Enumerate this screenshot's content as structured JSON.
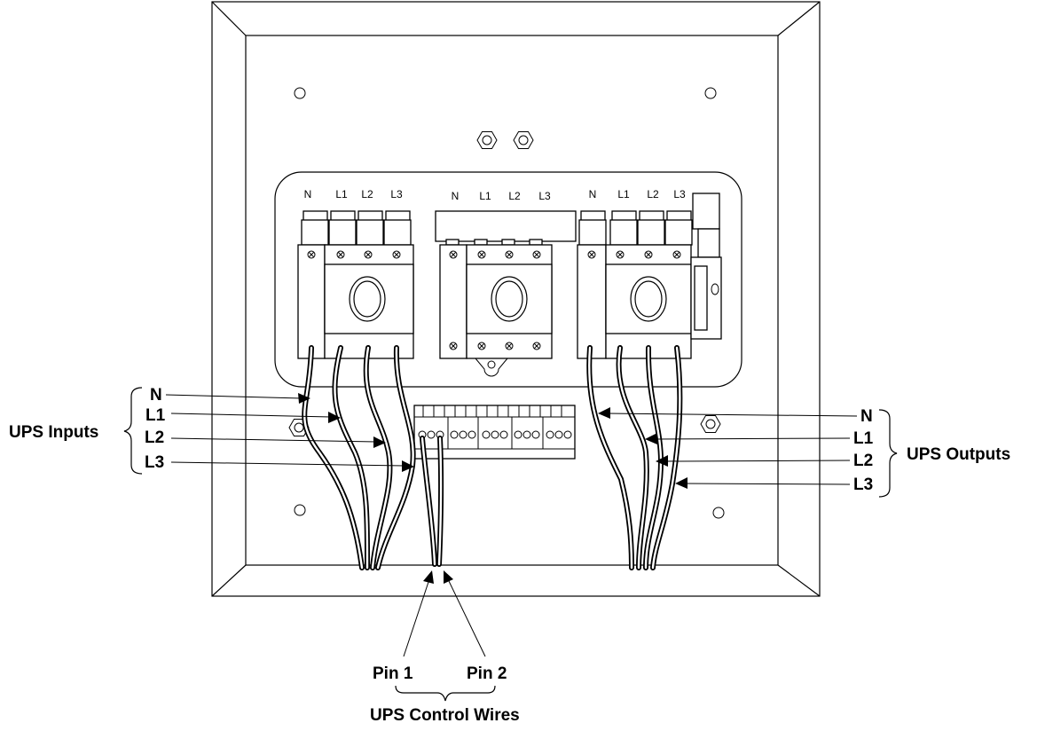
{
  "switches": [
    {
      "terminals": [
        "N",
        "L1",
        "L2",
        "L3"
      ]
    },
    {
      "terminals": [
        "N",
        "L1",
        "L2",
        "L3"
      ]
    },
    {
      "terminals": [
        "N",
        "L1",
        "L2",
        "L3"
      ]
    }
  ],
  "inputs": {
    "title": "UPS Inputs",
    "lines": [
      "N",
      "L1",
      "L2",
      "L3"
    ]
  },
  "outputs": {
    "title": "UPS Outputs",
    "lines": [
      "N",
      "L1",
      "L2",
      "L3"
    ]
  },
  "control": {
    "pin1": "Pin 1",
    "pin2": "Pin 2",
    "title": "UPS Control Wires"
  }
}
